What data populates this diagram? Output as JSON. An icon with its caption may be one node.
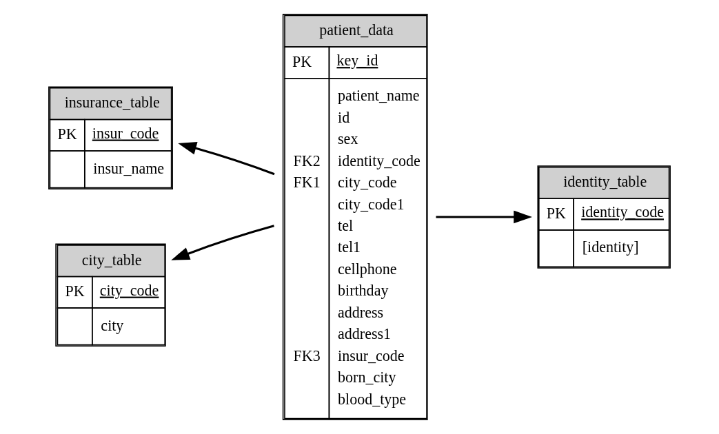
{
  "diagram": {
    "nodes": [
      {
        "text": [
          "insurance_table",
          "PK",
          "insur_code",
          "insur_name"
        ]
      },
      {
        "text": [
          "patient_data",
          "PK",
          "key_id",
          "patient_name",
          "id",
          "sex",
          "FK2",
          "identity_code",
          "FK1",
          "city_code",
          "city_code1",
          "tel",
          "tel1",
          "cellphone",
          "birthday",
          "address",
          "address1",
          "FK3",
          "insur_code",
          "born_city",
          "blood_type"
        ]
      },
      {
        "text": [
          "identity_table",
          "PK",
          "identity_code",
          "[identity]"
        ]
      },
      {
        "text": [
          "city_table",
          "PK",
          "city_code",
          "city"
        ]
      }
    ],
    "edges": [
      {
        "from": 1,
        "to": 0,
        "arrow": "to"
      },
      {
        "from": 1,
        "to": 2,
        "arrow": "to"
      },
      {
        "from": 1,
        "to": 3,
        "arrow": "to"
      }
    ]
  }
}
